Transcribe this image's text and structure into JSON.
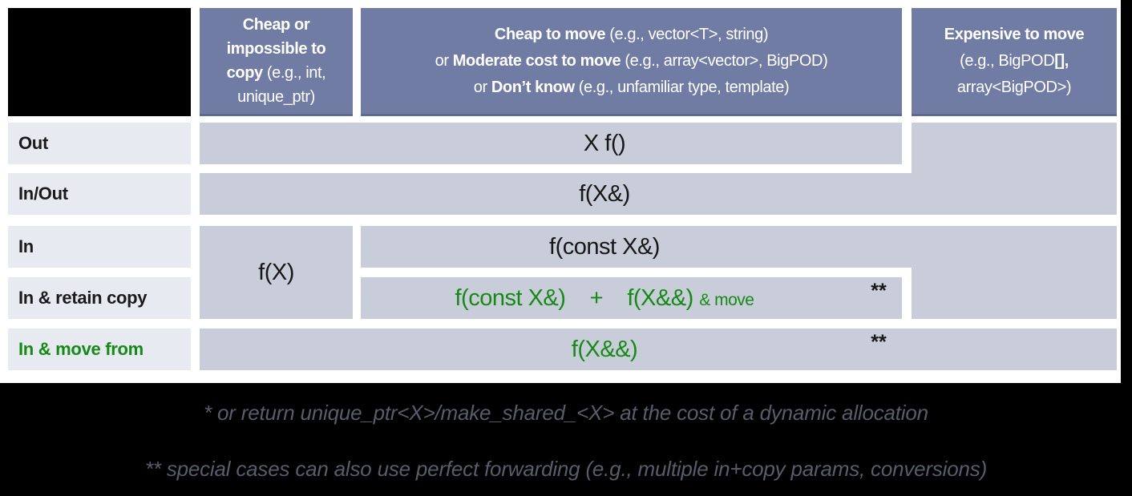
{
  "colors": {
    "header_bg": "#717ca5",
    "header_border": "#5f6992",
    "cell_bg": "#c9cdd9",
    "label_bg": "#e8eaf1",
    "text_dark": "#1b1b1e",
    "green": "#168a16",
    "footnote_text": "#575d6b",
    "black": "#000000"
  },
  "headers": {
    "cheap_copy": {
      "lines": [
        [
          {
            "t": "Cheap or",
            "b": true
          }
        ],
        [
          {
            "t": "impossible to",
            "b": true
          }
        ],
        [
          {
            "t": "copy ",
            "b": true
          },
          {
            "t": "(e.g., int,"
          }
        ],
        [
          {
            "t": "unique_ptr)"
          }
        ]
      ]
    },
    "cheap_move": {
      "lines": [
        [
          {
            "t": "Cheap to move",
            "b": true
          },
          {
            "t": " (e.g., vector<T>, string)"
          }
        ],
        [
          {
            "t": "or "
          },
          {
            "t": "Moderate cost to move",
            "b": true
          },
          {
            "t": " (e.g., array<vector>, BigPOD)"
          }
        ],
        [
          {
            "t": "or "
          },
          {
            "t": "Don’t know",
            "b": true
          },
          {
            "t": " (e.g., unfamiliar type, template)"
          }
        ]
      ]
    },
    "expensive_move": {
      "lines": [
        [
          {
            "t": "Expensive to move",
            "b": true
          }
        ],
        [
          {
            "t": "(e.g., BigPOD"
          },
          {
            "t": "[],",
            "b": true
          }
        ],
        [
          {
            "t": "array<BigPOD>)"
          }
        ]
      ]
    }
  },
  "rows": {
    "out": {
      "label": "Out"
    },
    "inout": {
      "label": "In/Out"
    },
    "in": {
      "label": "In"
    },
    "retain": {
      "label": "In & retain copy"
    },
    "movefrom": {
      "label": "In & move from"
    }
  },
  "cells": {
    "out": "X f()",
    "inout": "f(X&)",
    "in_cheap_copy": "f(X)",
    "in_cheap_move": "f(const X&)",
    "retain_segments": [
      {
        "t": "f(const X&)"
      },
      {
        "t": "    +    "
      },
      {
        "t": "f(X&&) "
      },
      {
        "t": "& move",
        "small": true
      }
    ],
    "movefrom": "f(X&&)",
    "double_asterisk": "**"
  },
  "footnotes": {
    "line1": "* or return unique_ptr<X>/make_shared_<X> at the cost of a dynamic allocation",
    "line2": "** special cases can also use perfect forwarding (e.g., multiple in+copy params, conversions)"
  }
}
